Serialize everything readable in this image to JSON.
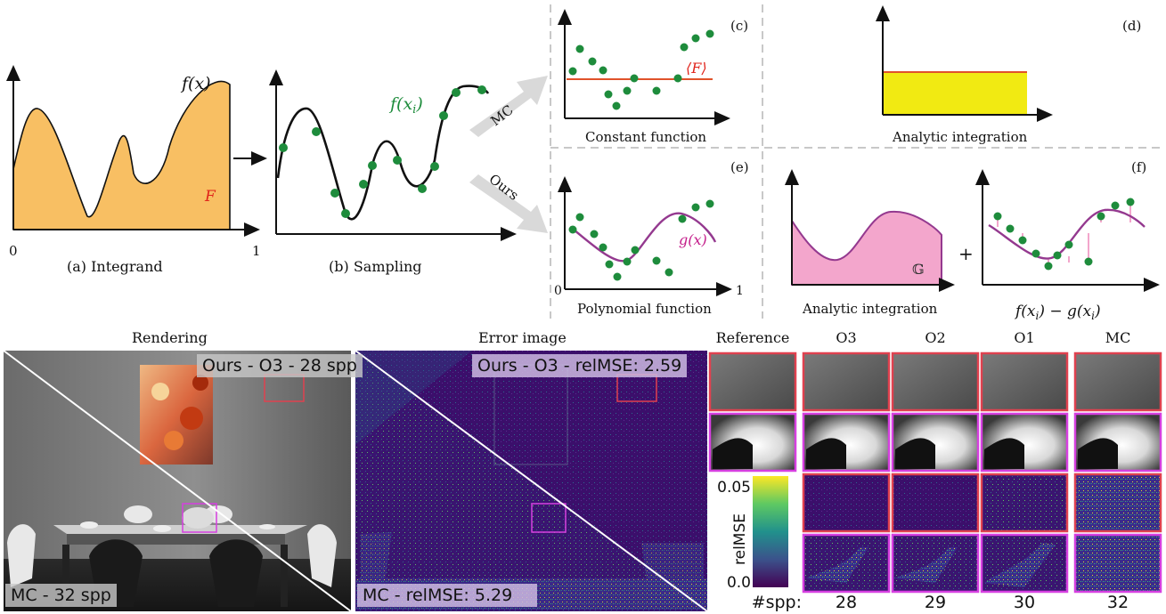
{
  "top": {
    "panel_a": {
      "caption": "(a) Integrand",
      "func_label": "f(x)",
      "area_label": "F",
      "x0": "0",
      "x1": "1"
    },
    "panel_b": {
      "caption": "(b) Sampling",
      "sample_label": "f(x",
      "sample_sub": "i",
      "sample_close": ")"
    },
    "arrows": {
      "mc": "MC",
      "ours": "Ours"
    },
    "panel_c": {
      "tag": "(c)",
      "caption": "Constant function",
      "mean_label": "⟨F⟩"
    },
    "panel_d": {
      "tag": "(d)",
      "caption": "Analytic integration"
    },
    "panel_e": {
      "tag": "(e)",
      "caption": "Polynomial function",
      "poly_label": "g(x)",
      "x0": "0",
      "x1": "1"
    },
    "panel_f": {
      "tag": "(f)",
      "caption": "Analytic integration",
      "area_label": "𝔾",
      "plus": "+",
      "residual_caption": "f(x",
      "residual_mid": ") − g(x",
      "residual_end": ")",
      "sub": "i"
    }
  },
  "bottom": {
    "rendering": {
      "title": "Rendering",
      "ours_tag": "Ours - O3 - 28 spp",
      "mc_tag": "MC - 32 spp"
    },
    "error": {
      "title": "Error image",
      "ours_tag": "Ours - O3 - relMSE: 2.59",
      "mc_tag": "MC - relMSE: 5.29"
    },
    "grid": {
      "columns": [
        "Reference",
        "O3",
        "O2",
        "O1",
        "MC"
      ],
      "colorbar": {
        "max": "0.05",
        "min": "0.0",
        "label": "relMSE"
      },
      "spp_label": "#spp:",
      "spp_values": [
        "28",
        "29",
        "30",
        "32"
      ]
    }
  },
  "colors": {
    "integrand_fill": "#f8bf63",
    "samples": "#1e8c3c",
    "mean_line": "#e0522a",
    "poly": "#94398f",
    "poly_fill": "#f3a6cc",
    "integral_fill": "#f1ea12",
    "red_box": "#e0414f",
    "magenta_box": "#d63fe0",
    "error_bg": "#3b0f6b"
  }
}
